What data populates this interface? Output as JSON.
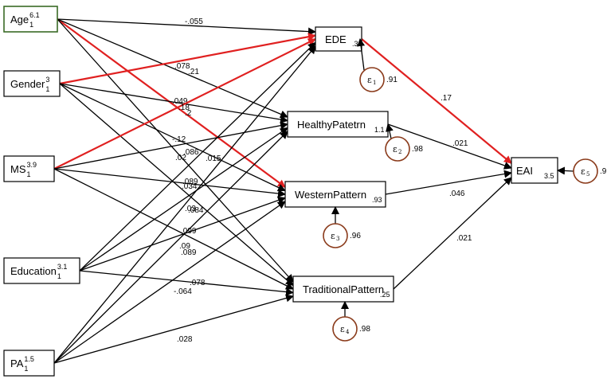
{
  "diagram": {
    "nodes": {
      "Age": {
        "label": "Age",
        "sup": "6.1",
        "sub": "1"
      },
      "Gender": {
        "label": "Gender",
        "sup": "3",
        "sub": "1"
      },
      "MS": {
        "label": "MS",
        "sup": "3.9",
        "sub": "1"
      },
      "Education": {
        "label": "Education",
        "sup": "3.1",
        "sub": "1"
      },
      "PA": {
        "label": "PA",
        "sup": "1.5",
        "sub": "1"
      },
      "EDE": {
        "label": "EDE",
        "intercept": ".3"
      },
      "Healthy": {
        "label": "HealthyPatetrn",
        "intercept": "1.1"
      },
      "Western": {
        "label": "WesternPattern",
        "intercept": ".93"
      },
      "Traditional": {
        "label": "TraditionalPattern",
        "intercept": ".25"
      },
      "EAI": {
        "label": "EAI",
        "intercept": "3.5"
      }
    },
    "errors": {
      "e1": {
        "symbol": "ε",
        "sub": "1",
        "value": ".91"
      },
      "e2": {
        "symbol": "ε",
        "sub": "2",
        "value": ".98"
      },
      "e3": {
        "symbol": "ε",
        "sub": "3",
        "value": ".96"
      },
      "e4": {
        "symbol": "ε",
        "sub": "4",
        "value": ".98"
      },
      "e5": {
        "symbol": "ε",
        "sub": "5",
        "value": ".9"
      }
    },
    "paths": [
      {
        "from": "Age",
        "to": "EDE",
        "coef": "-.055",
        "highlight": false
      },
      {
        "from": "Age",
        "to": "Western",
        "coef": ".21",
        "highlight": true
      },
      {
        "from": "Age",
        "to": "Healthy",
        "coef": "-.12",
        "highlight": false
      },
      {
        "from": "Age",
        "to": "Traditional",
        "coef": ".015",
        "highlight": false
      },
      {
        "from": "Gender",
        "to": "EDE",
        "coef": ".078",
        "highlight": true
      },
      {
        "from": "Gender",
        "to": "Healthy",
        "coef": ".049",
        "highlight": false
      },
      {
        "from": "Gender",
        "to": "Western",
        "coef": ".034",
        "highlight": false
      },
      {
        "from": "Gender",
        "to": "Traditional",
        "coef": ".084",
        "highlight": false
      },
      {
        "from": "MS",
        "to": "EDE",
        "coef": ".2",
        "highlight": true
      },
      {
        "from": "MS",
        "to": "Healthy",
        "coef": ".086",
        "highlight": false
      },
      {
        "from": "MS",
        "to": "Western",
        "coef": ".089",
        "highlight": false
      },
      {
        "from": "MS",
        "to": "Traditional",
        "coef": ".099",
        "highlight": false
      },
      {
        "from": "Education",
        "to": "EDE",
        "coef": ".02",
        "highlight": false
      },
      {
        "from": "Education",
        "to": "Healthy",
        "coef": ".03",
        "highlight": false
      },
      {
        "from": "Education",
        "to": "Western",
        "coef": ".089",
        "highlight": false
      },
      {
        "from": "Education",
        "to": "Traditional",
        "coef": "-.064",
        "highlight": false
      },
      {
        "from": "PA",
        "to": "EDE",
        "coef": ".18",
        "highlight": false
      },
      {
        "from": "PA",
        "to": "Healthy",
        "coef": ".09",
        "highlight": false
      },
      {
        "from": "PA",
        "to": "Western",
        "coef": ".078",
        "highlight": false
      },
      {
        "from": "PA",
        "to": "Traditional",
        "coef": ".028",
        "highlight": false
      },
      {
        "from": "EDE",
        "to": "EAI",
        "coef": ".17",
        "highlight": true
      },
      {
        "from": "Healthy",
        "to": "EAI",
        "coef": ".021",
        "highlight": false
      },
      {
        "from": "Western",
        "to": "EAI",
        "coef": ".046",
        "highlight": false
      },
      {
        "from": "Traditional",
        "to": "EAI",
        "coef": ".021",
        "highlight": false
      }
    ],
    "colors": {
      "edge": "#000000",
      "highlight": "#e02020",
      "error_stroke": "#8a3a1a",
      "age_box_stroke": "#3a6b26"
    }
  }
}
